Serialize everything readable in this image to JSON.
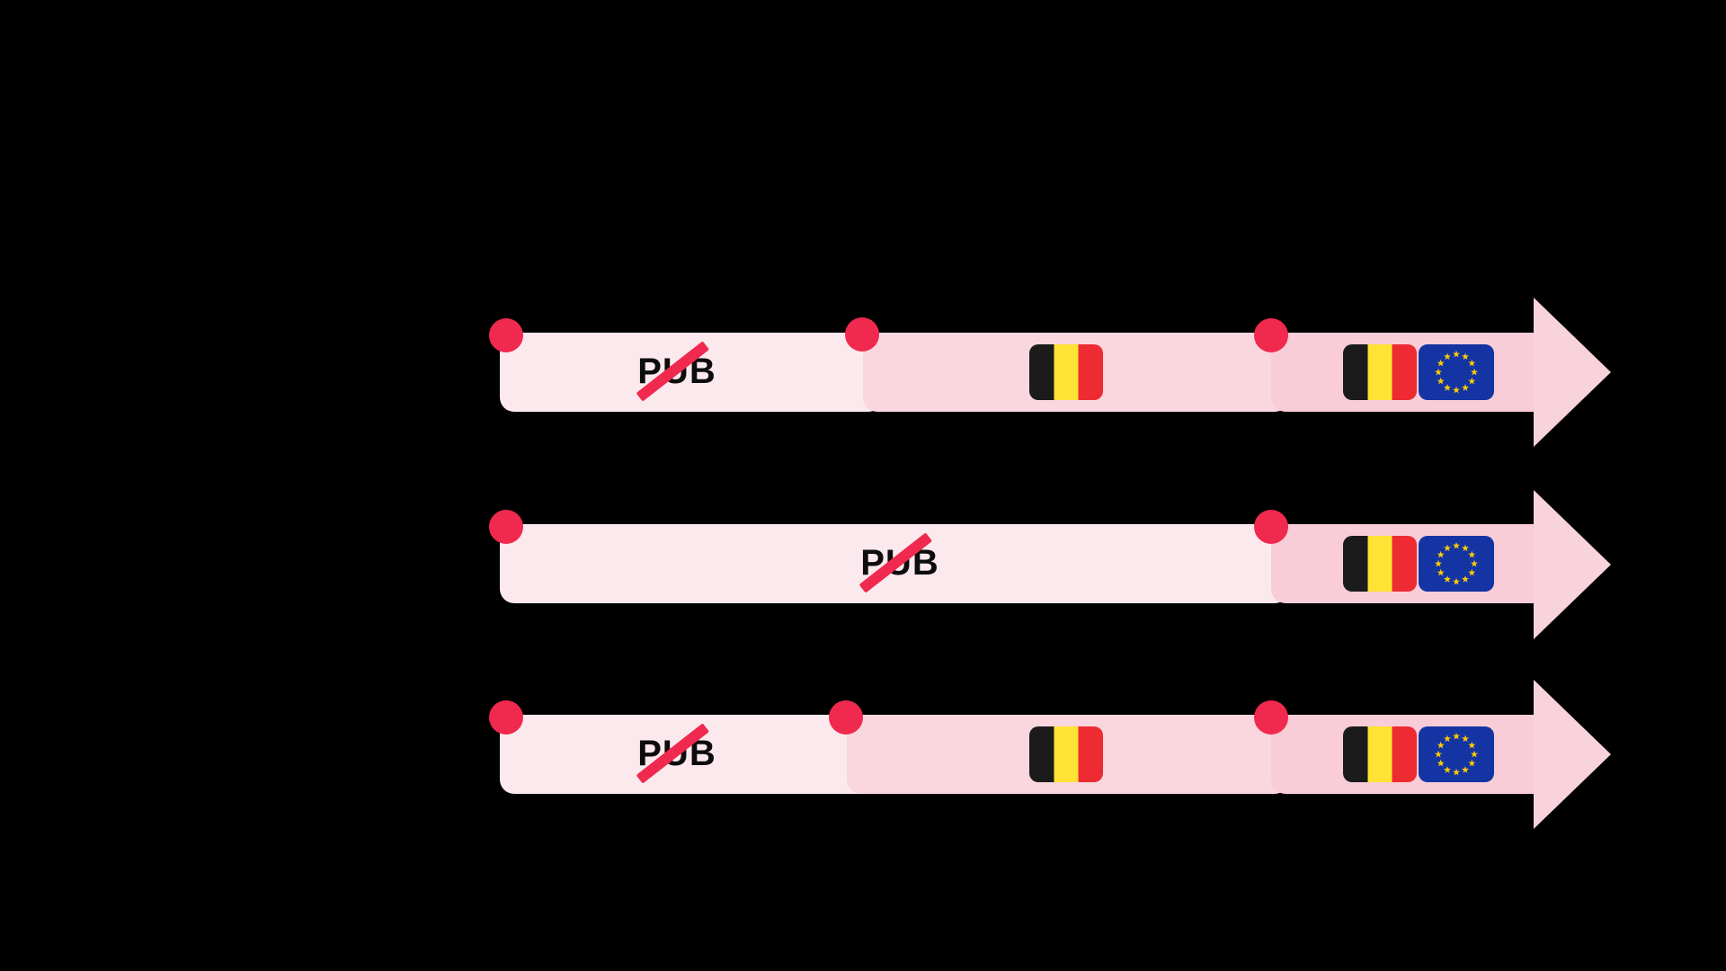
{
  "canvas": {
    "background": "#000000"
  },
  "colors": {
    "canvas_bg": "#000000",
    "seg_light": "#FCE9EE",
    "seg_medium": "#FAD6DF",
    "seg_dark": "#F8CDD7",
    "arrowhead": "#F9D3DC",
    "dot_red": "#F0294E",
    "pub_black": "#0D0D0D",
    "be_black": "#1B1B1B",
    "be_yellow": "#FFE334",
    "be_red": "#EE2B33",
    "eu_blue": "#1434A4",
    "eu_gold": "#FFCC00"
  },
  "icons": {
    "milestone": "red-dot",
    "arrow": "right-arrowhead",
    "belgium_flag": "belgium-flag",
    "eu_flag": "eu-flag-12-stars"
  },
  "diagram": {
    "type": "timeline-arrows",
    "rows": [
      {
        "id": "row-1",
        "milestone_count": 3,
        "segments": [
          {
            "content": "no-advertising",
            "label": "PUB",
            "strikethrough": true
          },
          {
            "content": "belgium-flag",
            "label": ""
          },
          {
            "content": "belgium-and-eu-flags",
            "label": ""
          }
        ]
      },
      {
        "id": "row-2",
        "milestone_count": 2,
        "segments": [
          {
            "content": "no-advertising",
            "label": "PUB",
            "strikethrough": true
          },
          {
            "content": "belgium-and-eu-flags",
            "label": ""
          }
        ]
      },
      {
        "id": "row-3",
        "milestone_count": 3,
        "segments": [
          {
            "content": "no-advertising",
            "label": "PUB",
            "strikethrough": true
          },
          {
            "content": "belgium-flag",
            "label": ""
          },
          {
            "content": "belgium-and-eu-flags",
            "label": ""
          }
        ]
      }
    ]
  }
}
